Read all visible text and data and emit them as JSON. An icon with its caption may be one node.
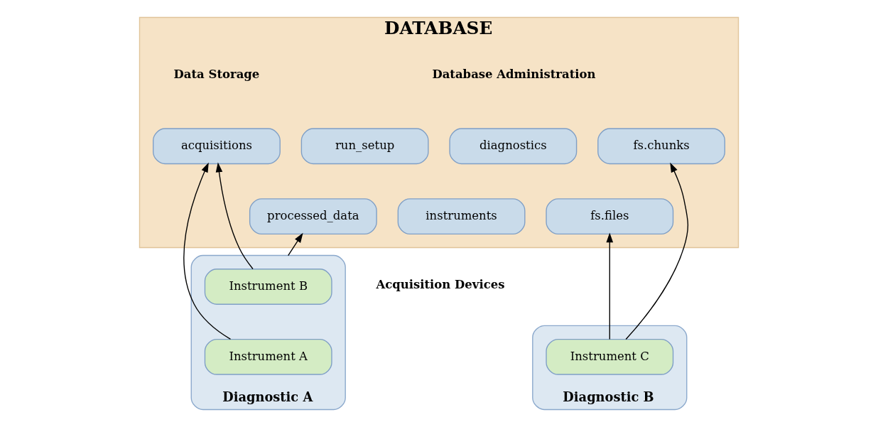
{
  "diagram": {
    "nodes": [
      {
        "text": [
          "DATABASE"
        ]
      },
      {
        "text": [
          "acquisitions"
        ],
        "in": 0
      },
      {
        "text": [
          "fs.chunks"
        ],
        "in": 0
      },
      {
        "text": [
          "processed_data"
        ],
        "in": 0
      },
      {
        "text": [
          "fs.files"
        ],
        "in": 0
      },
      {
        "text": [
          "diagnostics"
        ],
        "in": 0
      },
      {
        "text": [
          "run_setup"
        ],
        "in": 0
      },
      {
        "text": [
          "instruments"
        ],
        "in": 0
      },
      {
        "text": [
          "Diagnostic A"
        ]
      },
      {
        "text": [
          "Instrument A"
        ],
        "in": 8
      },
      {
        "text": [
          "Instrument B"
        ],
        "in": 8
      },
      {
        "text": [
          "Diagnostic B"
        ]
      },
      {
        "text": [
          "Instrument C"
        ],
        "in": 11
      }
    ],
    "edges": [
      {
        "from": 9,
        "to": 1,
        "arrow": "to"
      },
      {
        "from": 10,
        "to": 1,
        "arrow": "to"
      },
      {
        "from": 8,
        "to": 3,
        "arrow": "to"
      },
      {
        "from": 12,
        "to": 4,
        "arrow": "to"
      },
      {
        "from": 12,
        "to": 2,
        "arrow": "to"
      }
    ],
    "labels": [
      "Data Storage",
      "Database Administration",
      "Acquisition Devices"
    ]
  }
}
